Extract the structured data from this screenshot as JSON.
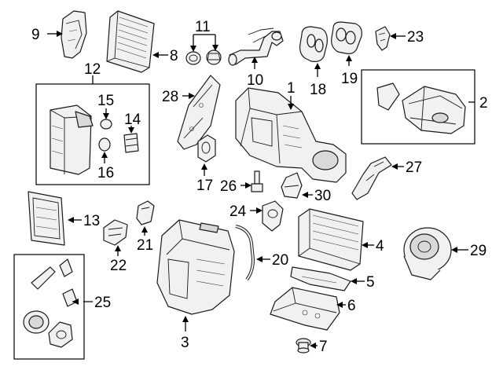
{
  "colors": {
    "background": "#ffffff",
    "line": "#000000",
    "part_fill": "#f1f1f1"
  },
  "callouts": {
    "c1": "1",
    "c2": "2",
    "c3": "3",
    "c4": "4",
    "c5": "5",
    "c6": "6",
    "c7": "7",
    "c8": "8",
    "c9": "9",
    "c10": "10",
    "c11": "11",
    "c12": "12",
    "c13": "13",
    "c14": "14",
    "c15": "15",
    "c16": "16",
    "c17": "17",
    "c18": "18",
    "c19": "19",
    "c20": "20",
    "c21": "21",
    "c22": "22",
    "c23": "23",
    "c24": "24",
    "c25": "25",
    "c26": "26",
    "c27": "27",
    "c28": "28",
    "c29": "29",
    "c30": "30"
  }
}
